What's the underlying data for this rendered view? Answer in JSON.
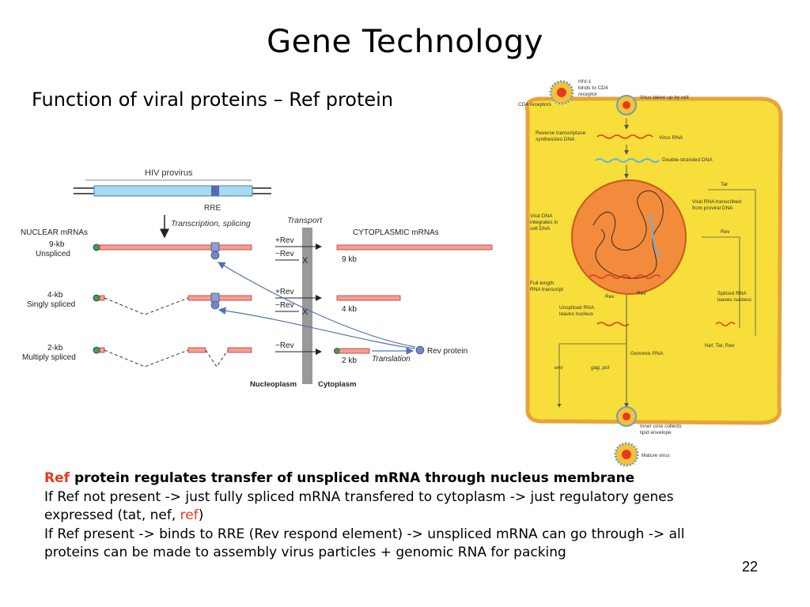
{
  "slide": {
    "title": "Gene Technology",
    "subtitle": "Function of viral proteins – Ref protein",
    "page_number": "22"
  },
  "left_diagram": {
    "provirus_label": "HIV provirus",
    "rre_label": "RRE",
    "transcription_label": "Transcription, splicing",
    "transport_label": "Transport",
    "nuclear_header": "NUCLEAR mRNAs",
    "cyto_header": "CYTOPLASMIC mRNAs",
    "row1_label_a": "9-kb",
    "row1_label_b": "Unspliced",
    "row2_label_a": "4-kb",
    "row2_label_b": "Singly spliced",
    "row3_label_a": "2-kb",
    "row3_label_b": "Multiply spliced",
    "plus_rev": "+Rev",
    "minus_rev": "−Rev",
    "x_mark": "X",
    "kb9": "9 kb",
    "kb4": "4 kb",
    "kb2": "2 kb",
    "rev_protein": "Rev protein",
    "translation": "Translation",
    "nucleoplasm": "Nucleoplasm",
    "cytoplasm": "Cytoplasm"
  },
  "right_diagram": {
    "hiv1": "HIV-1",
    "binds": "binds to CD4",
    "receptor": "receptor",
    "cd4": "CD4 receptors",
    "virus_taken": "Virus taken up by cell",
    "rt1": "Reverse transcriptase",
    "rt2": "synthesizes DNA",
    "virus_rna": "Virus RNA",
    "ds_dna": "Double-stranded DNA",
    "tat": "Tat",
    "vrna1": "Viral RNA transcribed",
    "vrna2": "from proviral DNA",
    "vdna1": "Viral DNA",
    "vdna2": "integrates in",
    "vdna3": "cell DNA",
    "rev": "Rev",
    "full1": "Full-length",
    "full2": "RNA transcript",
    "rev_small": "Rev",
    "unspliced1": "Unspliced RNA",
    "unspliced2": "leaves nucleus",
    "spliced1": "Spliced RNA",
    "spliced2": "leaves nucleus",
    "nef_tat_rev": "Nef,   Tat,   Rev",
    "genomic": "Genomic RNA",
    "env": "env",
    "gag_pol": "gag,   pol",
    "inner1": "Inner core collects",
    "inner2": "lipid envelope",
    "mature": "Mature virus"
  },
  "body": {
    "line1_red": "Ref",
    "line1_rest": " protein regulates transfer of unspliced mRNA through nucleus membrane",
    "line2": "If Ref not present -> just fully spliced mRNA transfered to cytoplasm -> just regulatory genes expressed (tat, nef, ",
    "line2_red": "ref",
    "line2_end": ")",
    "line3": "If Ref present -> binds to RRE (Rev respond element) -> unspliced mRNA can go through -> all proteins can be made to assembly virus particles  + genomic RNA for packing"
  },
  "colors": {
    "accent_red": "#e8391c",
    "rna_bar": "#f2a08e",
    "provirus_blue": "#a9d8f2",
    "rev_blue": "#6f89c7",
    "cell_yellow": "#f7de3a",
    "nucleus_orange": "#f28b3c",
    "cell_border": "#e8a33a"
  }
}
